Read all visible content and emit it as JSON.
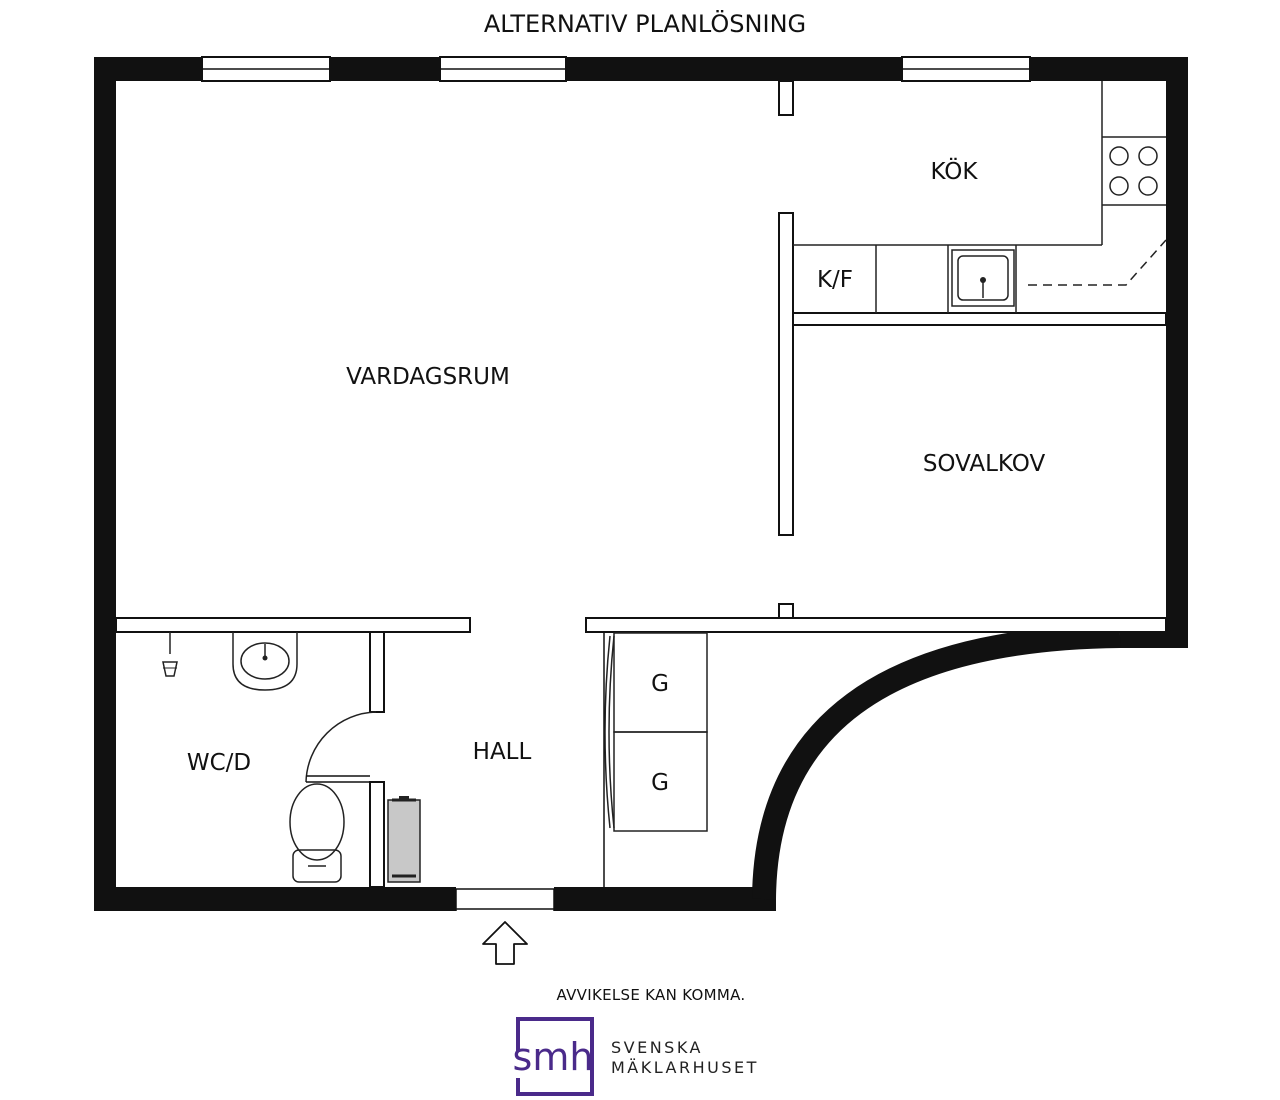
{
  "title": "ALTERNATIV PLANLÖSNING",
  "rooms": {
    "kok": "KÖK",
    "kf": "K/F",
    "vardagsrum": "VARDAGSRUM",
    "sovalkov": "SOVALKOV",
    "wcd": "WC/D",
    "hall": "HALL",
    "g1": "G",
    "g2": "G"
  },
  "disclaimer": "AVVIKELSE KAN KOMMA.",
  "logo": {
    "letters": "smh",
    "line1": "SVENSKA",
    "line2": "MÄKLARHUSET",
    "color": "#4a2a8a"
  },
  "colors": {
    "wall": "#111111",
    "background": "#ffffff"
  },
  "icons": [
    "stove-icon",
    "sink-icon",
    "washbasin-icon",
    "toilet-icon",
    "shower-icon",
    "entrance-arrow-icon"
  ]
}
